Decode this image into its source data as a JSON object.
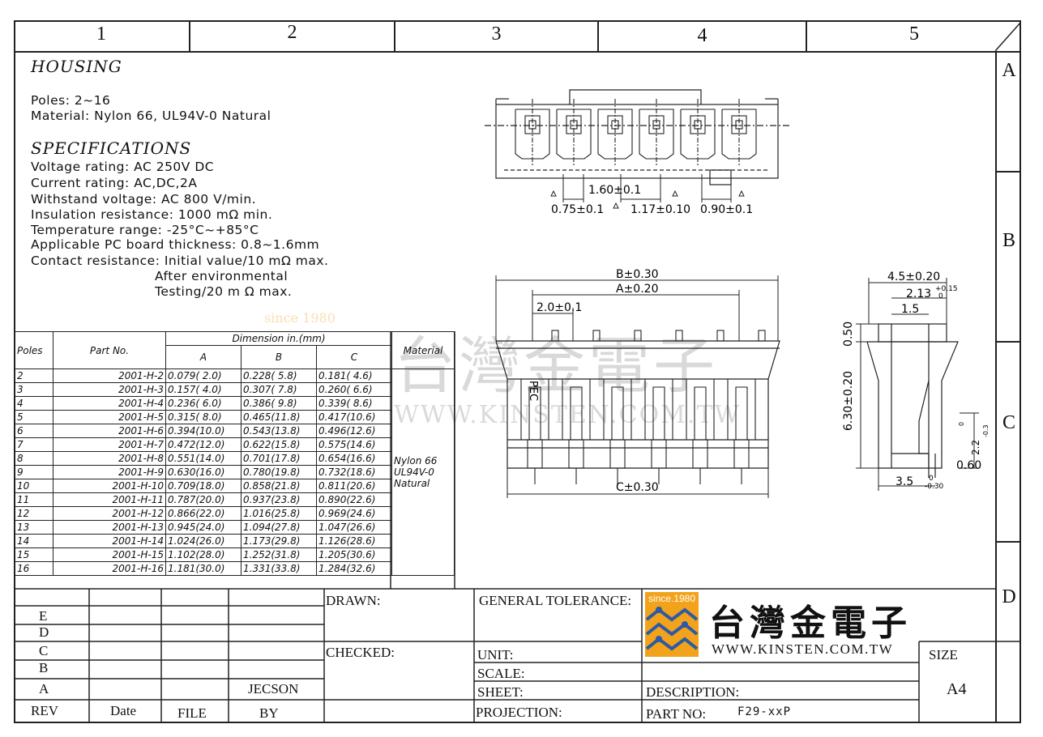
{
  "zones_top": [
    "1",
    "2",
    "3",
    "4",
    "5"
  ],
  "zones_right": [
    "A",
    "B",
    "C",
    "D"
  ],
  "housing": {
    "heading": "HOUSING",
    "lines": [
      "Poles: 2~16",
      "Material: Nylon 66, UL94V-0 Natural"
    ]
  },
  "specifications": {
    "heading": "SPECIFICATIONS",
    "lines": [
      "Voltage rating: AC 250V DC",
      "Current rating: AC,DC,2A",
      "Withstand voltage: AC 800 V/min.",
      "Insulation resistance: 1000 mΩ min.",
      "Temperature range: -25°C~+85°C",
      "Applicable PC board thickness: 0.8~1.6mm",
      "Contact resistance: Initial value/10 mΩ max.",
      "After environmental",
      "Testing/20 m Ω max."
    ]
  },
  "table": {
    "col_poles": "Poles",
    "col_part": "Part No.",
    "col_dimension": "Dimension in.(mm)",
    "col_a": "A",
    "col_b": "B",
    "col_c": "C",
    "col_material": "Material",
    "material_value": [
      "Nylon 66",
      "UL94V-0",
      "Natural"
    ],
    "rows": [
      [
        "2",
        "2001-H-2",
        "0.079( 2.0)",
        "0.228( 5.8)",
        "0.181( 4.6)"
      ],
      [
        "3",
        "2001-H-3",
        "0.157( 4.0)",
        "0.307( 7.8)",
        "0.260( 6.6)"
      ],
      [
        "4",
        "2001-H-4",
        "0.236( 6.0)",
        "0.386( 9.8)",
        "0.339( 8.6)"
      ],
      [
        "5",
        "2001-H-5",
        "0.315( 8.0)",
        "0.465(11.8)",
        "0.417(10.6)"
      ],
      [
        "6",
        "2001-H-6",
        "0.394(10.0)",
        "0.543(13.8)",
        "0.496(12.6)"
      ],
      [
        "7",
        "2001-H-7",
        "0.472(12.0)",
        "0.622(15.8)",
        "0.575(14.6)"
      ],
      [
        "8",
        "2001-H-8",
        "0.551(14.0)",
        "0.701(17.8)",
        "0.654(16.6)"
      ],
      [
        "9",
        "2001-H-9",
        "0.630(16.0)",
        "0.780(19.8)",
        "0.732(18.6)"
      ],
      [
        "10",
        "2001-H-10",
        "0.709(18.0)",
        "0.858(21.8)",
        "0.811(20.6)"
      ],
      [
        "11",
        "2001-H-11",
        "0.787(20.0)",
        "0.937(23.8)",
        "0.890(22.6)"
      ],
      [
        "12",
        "2001-H-12",
        "0.866(22.0)",
        "1.016(25.8)",
        "0.969(24.6)"
      ],
      [
        "13",
        "2001-H-13",
        "0.945(24.0)",
        "1.094(27.8)",
        "1.047(26.6)"
      ],
      [
        "14",
        "2001-H-14",
        "1.024(26.0)",
        "1.173(29.8)",
        "1.126(28.6)"
      ],
      [
        "15",
        "2001-H-15",
        "1.102(28.0)",
        "1.252(31.8)",
        "1.205(30.6)"
      ],
      [
        "16",
        "2001-H-16",
        "1.181(30.0)",
        "1.331(33.8)",
        "1.284(32.6)"
      ]
    ]
  },
  "dims_top": {
    "d1": "1.60±0.1",
    "d2": "0.75±0.1",
    "d3": "1.17±0.10",
    "d4": "0.90±0.1"
  },
  "dims_front": {
    "b": "B±0.30",
    "a": "A±0.20",
    "pitch": "2.0±0.1",
    "c": "C±0.30",
    "mark": "PEC"
  },
  "dims_side": {
    "w": "4.5±0.20",
    "w2": "2.13",
    "w2_tol": "+0.15",
    "w2_tol2": "0",
    "w3": "1.5",
    "h1": "0.50",
    "h2": "6.30±0.20",
    "h3": "2.2",
    "h3_tol": "-0.3",
    "h3_tol2": "0",
    "t": "0.60",
    "base": "3.5",
    "base_tol": "-0.30",
    "base_tol2": "0"
  },
  "watermark": {
    "since": "since 1980",
    "cn": "台灣金電子",
    "url": "WWW.KINSTEN.COM.TW"
  },
  "titleblock": {
    "rev_letters": [
      "E",
      "D",
      "C",
      "B",
      "A"
    ],
    "rev": "REV",
    "date": "Date",
    "file": "FILE",
    "by": "BY",
    "by_value": "JECSON",
    "drawn": "DRAWN:",
    "checked": "CHECKED:",
    "general_tolerance": "GENERAL TOLERANCE:",
    "unit": "UNIT:",
    "scale": "SCALE:",
    "sheet": "SHEET:",
    "projection": "PROJECTION:",
    "logo_since": "since.1980",
    "logo_cn": "台灣金電子",
    "logo_url": "WWW.KINSTEN.COM.TW",
    "description": "DESCRIPTION:",
    "part_no": "PART NO:",
    "part_no_value": "F29-xxP",
    "size": "SIZE",
    "size_value": "A4"
  },
  "colors": {
    "line": "#222222",
    "logo_orange": "#f2a21b",
    "logo_blue": "#2c5aa6",
    "watermark": "#9a9a9a"
  }
}
